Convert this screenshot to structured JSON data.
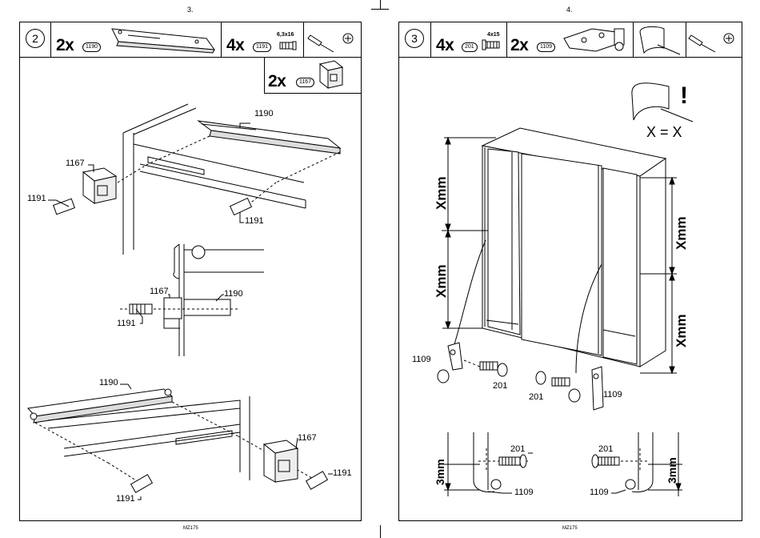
{
  "left_page": {
    "page_number": "3.",
    "step": "2",
    "parts": [
      {
        "qty": "2x",
        "code": "1190"
      },
      {
        "qty": "4x",
        "code": "1191",
        "size": "6,3x16"
      },
      {
        "qty": "2x",
        "code": "1167"
      }
    ],
    "callouts": {
      "top_1190": "1190",
      "top_1167": "1167",
      "top_1191_left": "1191",
      "top_1191_right": "1191",
      "mid_1167": "1167",
      "mid_1190": "1190",
      "mid_1191": "1191",
      "bot_1190": "1190",
      "bot_1167": "1167",
      "bot_1191_right": "1191",
      "bot_1191_left": "1191"
    },
    "footer": "MZ175"
  },
  "right_page": {
    "page_number": "4.",
    "step": "3",
    "parts": [
      {
        "qty": "4x",
        "code": "201",
        "size": "4x15"
      },
      {
        "qty": "2x",
        "code": "1109"
      }
    ],
    "equation": "X = X",
    "exclamation": "!",
    "dims": {
      "left_upper": "Xmm",
      "left_lower": "Xmm",
      "right_upper": "Xmm",
      "right_lower": "Xmm"
    },
    "callouts": {
      "left_1109": "1109",
      "left_201": "201",
      "right_201": "201",
      "right_1109": "1109",
      "detail_left_201": "201",
      "detail_left_1109": "1109",
      "detail_left_gap": "3mm",
      "detail_right_201": "201",
      "detail_right_1109": "1109",
      "detail_right_gap": "3mm"
    },
    "footer": "MZ175"
  },
  "icons": [
    "screwdriver-icon",
    "phillips-screw-icon",
    "screw-icon",
    "bracket-icon"
  ]
}
